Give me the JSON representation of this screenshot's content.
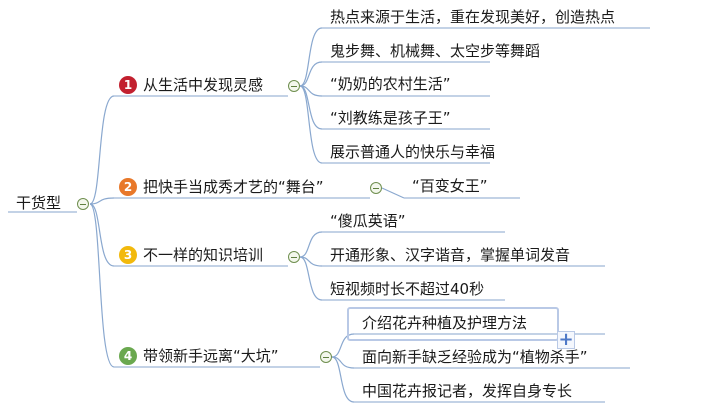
{
  "root": {
    "label": "干货型"
  },
  "branches": [
    {
      "number": "1",
      "color": "#c2202f",
      "label": "从生活中发现灵感",
      "children": [
        "热点来源于生活，重在发现美好，创造热点",
        "鬼步舞、机械舞、太空步等舞蹈",
        "“奶奶的农村生活”",
        "“刘教练是孩子王”",
        "展示普通人的快乐与幸福"
      ]
    },
    {
      "number": "2",
      "color": "#e8782a",
      "label": "把快手当成秀才艺的“舞台”",
      "children": [
        "“百变女王”"
      ]
    },
    {
      "number": "3",
      "color": "#f2b90c",
      "label": "不一样的知识培训",
      "children": [
        "“傻瓜英语”",
        "开通形象、汉字谐音，掌握单词发音",
        "短视频时长不超过40秒"
      ]
    },
    {
      "number": "4",
      "color": "#6aa84f",
      "label": "带领新手远离“大坑”",
      "children": [
        "介绍花卉种植及护理方法",
        "面向新手缺乏经验成为“植物杀手”",
        "中国花卉报记者，发挥自身专长"
      ]
    }
  ],
  "colors": {
    "connector": "#8aa8cf",
    "underline": "#9fb6d8",
    "selection": "#b9c9e6"
  },
  "icons": {
    "collapse": "minus-circle-icon",
    "add": "plus-icon"
  }
}
